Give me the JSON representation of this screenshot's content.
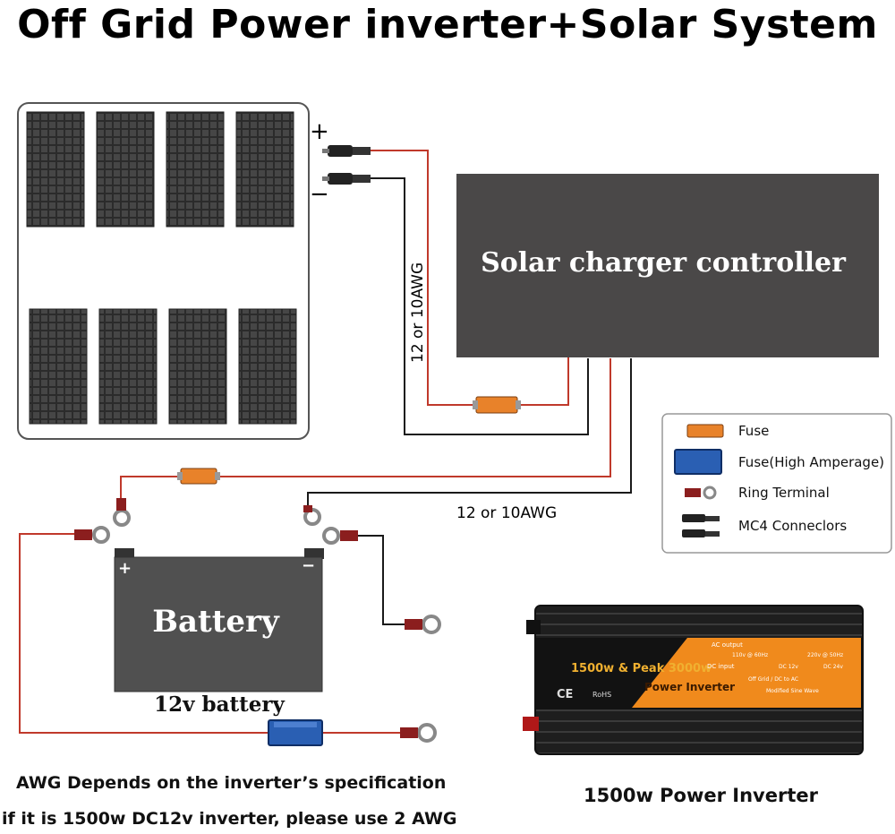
{
  "title": "Off Grid Power inverter+Solar System",
  "panel_polarity": {
    "plus": "+",
    "minus": "−"
  },
  "wire_labels": {
    "vertical": "12 or 10AWG",
    "horizontal": "12 or 10AWG"
  },
  "controller": {
    "label": "Solar charger controller"
  },
  "legend": [
    {
      "icon": "fuse-icon",
      "label": "Fuse"
    },
    {
      "icon": "high-amperage-fuse-icon",
      "label": "Fuse(High Amperage)"
    },
    {
      "icon": "ring-terminal-icon",
      "label": "Ring Terminal"
    },
    {
      "icon": "mc4-connector-icon",
      "label": "MC4 Conneclors"
    }
  ],
  "battery": {
    "label": "Battery",
    "caption": "12v battery",
    "plus": "+",
    "minus": "−"
  },
  "inverter_label": {
    "model": "1500w & Peak 3000w",
    "name": "Power Inverter",
    "ac_output": "AC output",
    "dc_input": "DC input",
    "opt1": "110v @ 60Hz",
    "opt2": "220v @ 50Hz",
    "opt3": "DC 12v",
    "opt4": "DC 24v",
    "opt5": "Off Grid / DC to AC",
    "opt6": "Modified Sine Wave",
    "ce": "CE",
    "rohs": "RoHS"
  },
  "inverter_caption": "1500w Power Inverter",
  "notes": {
    "line1": "AWG Depends on the inverter’s specification",
    "line2": "if it is 1500w DC12v inverter, please use 2 AWG"
  },
  "colors": {
    "wire_red": "#c0392b",
    "wire_black": "#1a1a1a",
    "controller_fill": "#4a4848",
    "fuse_orange": "#e8822a",
    "fuse_blue": "#2a5fb3",
    "battery_fill": "#505050",
    "inverter_accent": "#f08a1c"
  }
}
